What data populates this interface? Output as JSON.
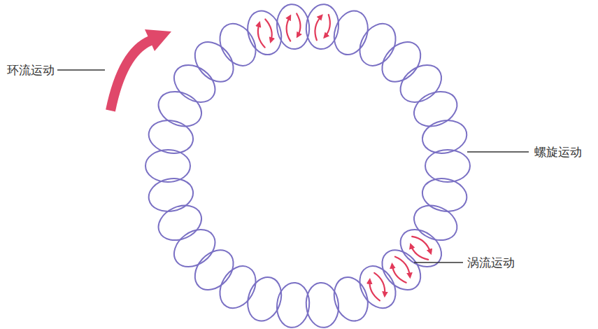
{
  "diagram": {
    "labels": [
      "环流运动",
      "螺旋运动",
      "涡流运动"
    ]
  }
}
